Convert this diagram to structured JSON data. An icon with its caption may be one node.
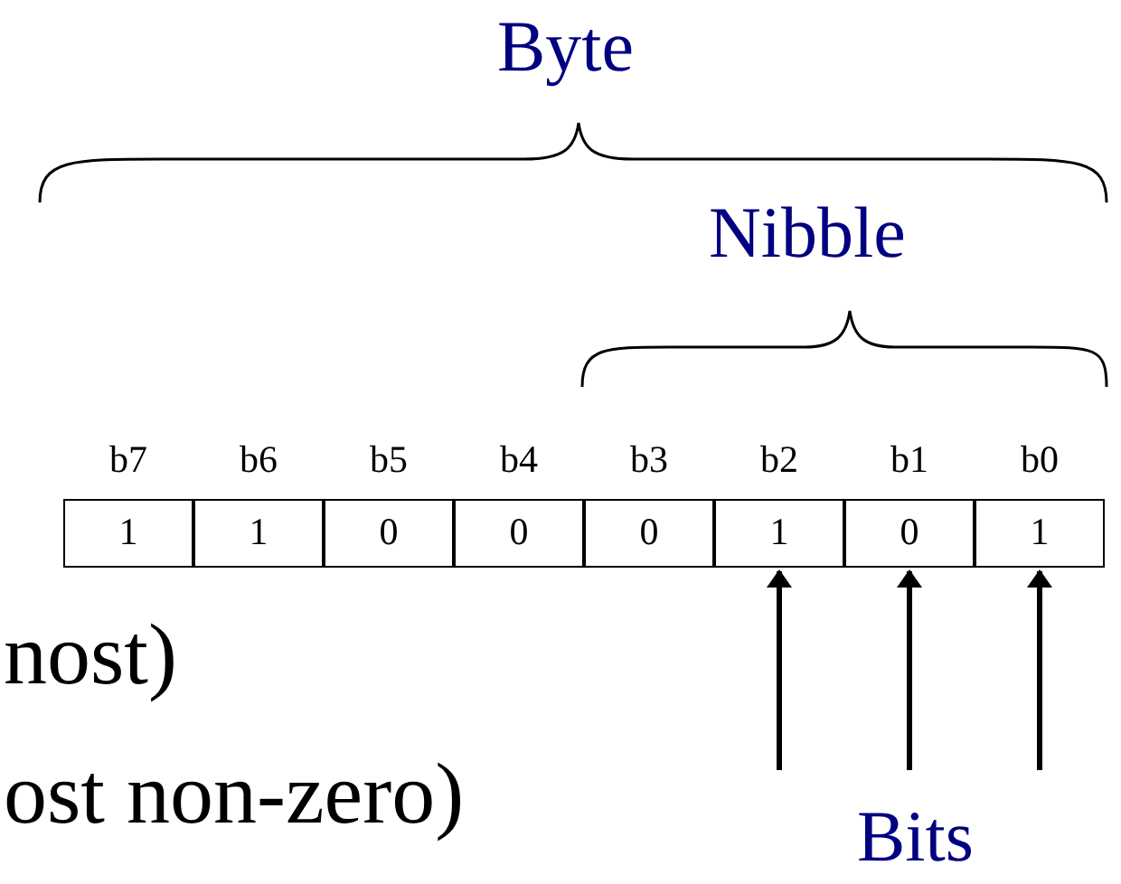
{
  "diagram": {
    "nodes": [
      {
        "text": [
          "1"
        ],
        "beside": [
          "b7"
        ]
      },
      {
        "text": [
          "1"
        ],
        "beside": [
          "b6"
        ]
      },
      {
        "text": [
          "0"
        ],
        "beside": [
          "b5"
        ]
      },
      {
        "text": [
          "0"
        ],
        "beside": [
          "b4"
        ]
      },
      {
        "text": [
          "0"
        ],
        "beside": [
          "b3"
        ]
      },
      {
        "text": [
          "1"
        ],
        "beside": [
          "b2"
        ]
      },
      {
        "text": [
          "0"
        ],
        "beside": [
          "b1"
        ]
      },
      {
        "text": [
          "1"
        ],
        "beside": [
          "b0"
        ]
      },
      {
        "text": [
          "Bits"
        ]
      }
    ],
    "edges": [
      {
        "from": 8,
        "to": 5,
        "arrow": "to"
      },
      {
        "from": 8,
        "to": 6,
        "arrow": "to"
      },
      {
        "from": 8,
        "to": 7,
        "arrow": "to"
      }
    ],
    "labels": [
      "Byte",
      "Nibble",
      "nost)",
      "ost non-zero)"
    ]
  }
}
